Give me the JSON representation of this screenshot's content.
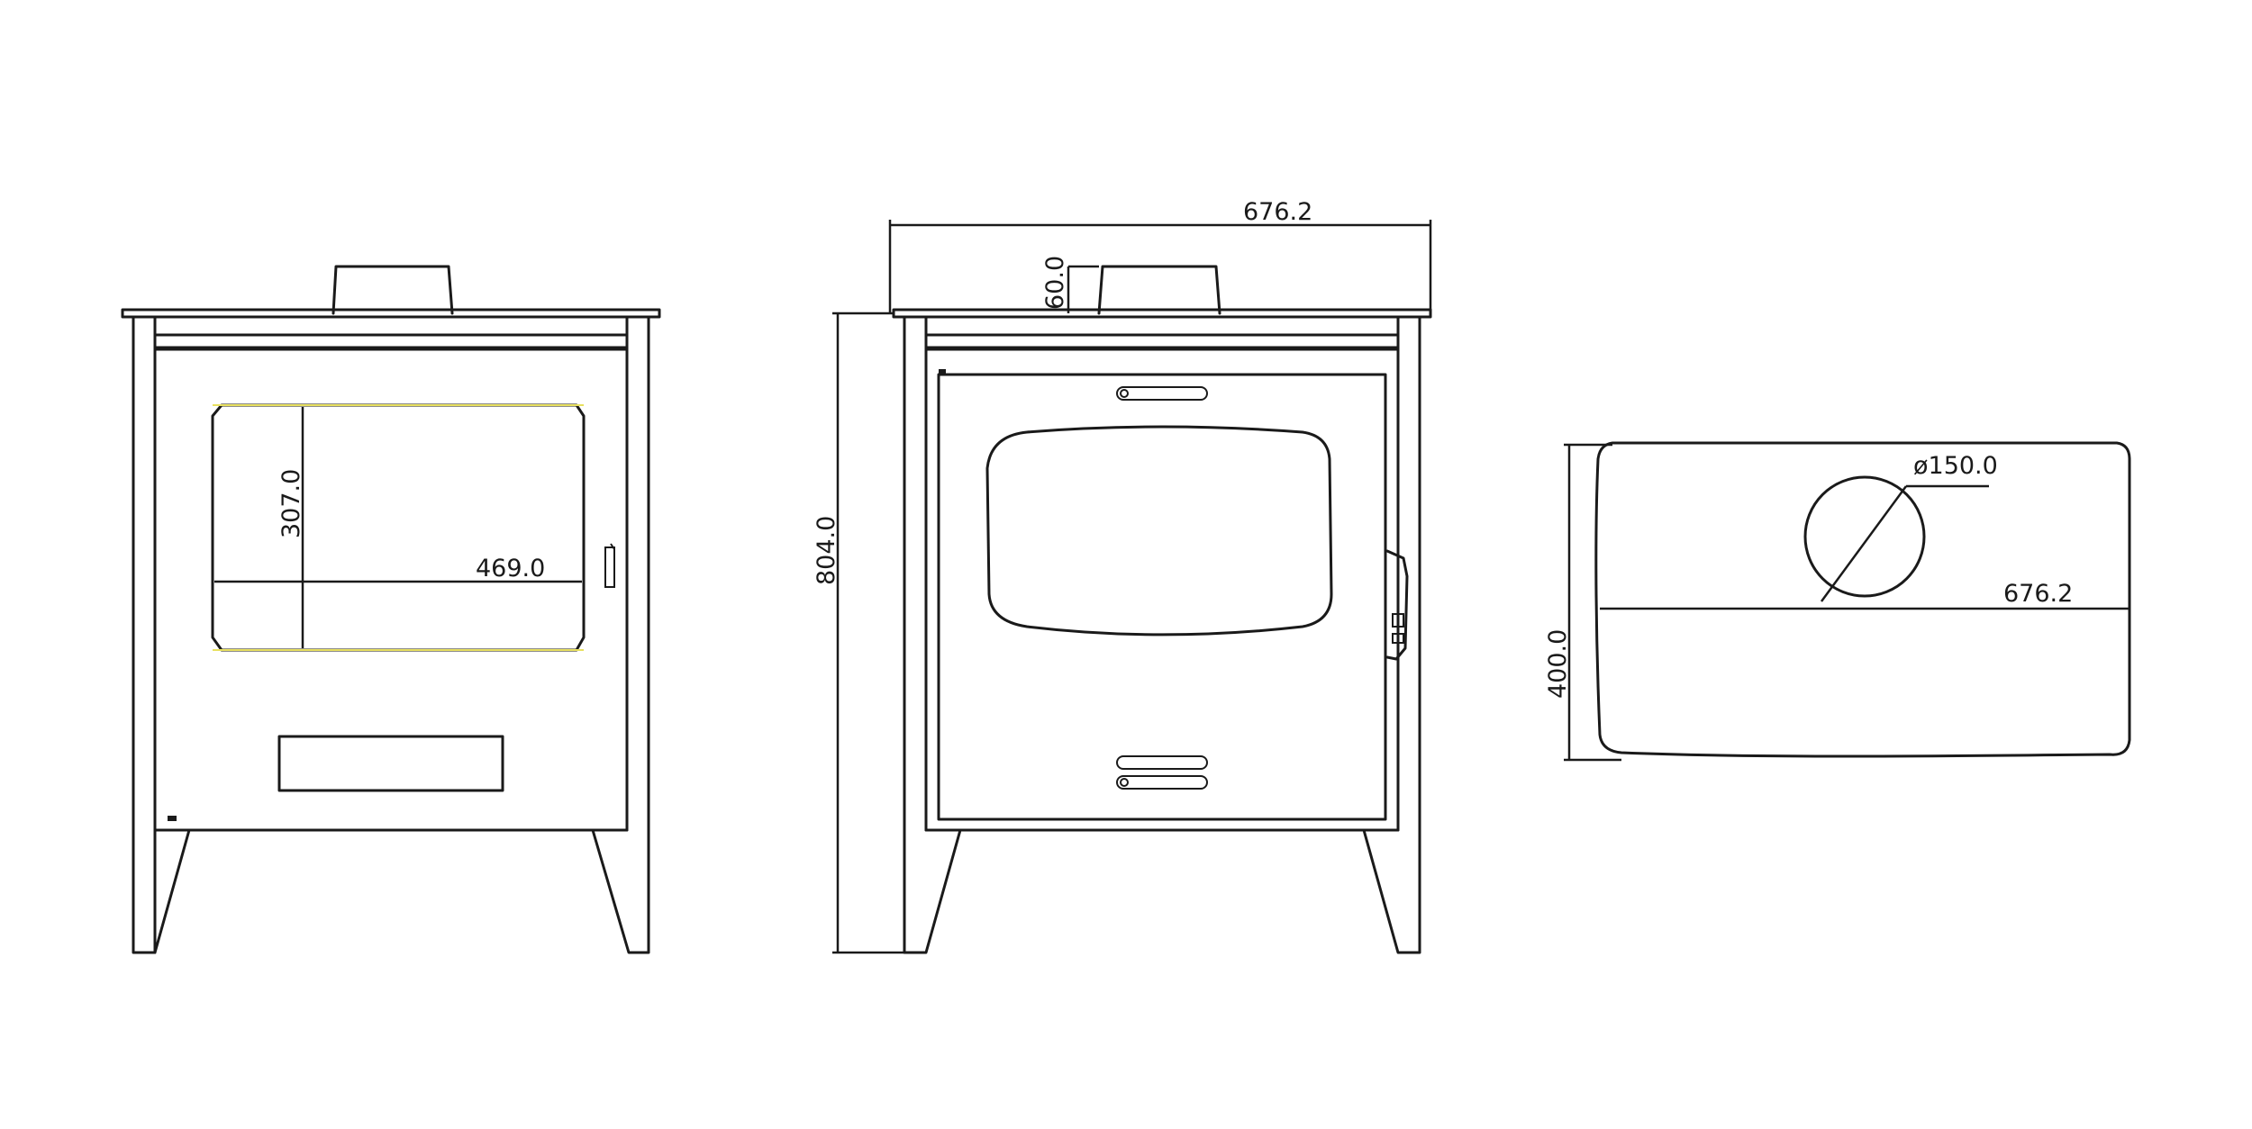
{
  "drawing": {
    "views": [
      {
        "name": "front-view-without-door"
      },
      {
        "name": "front-view-with-door"
      },
      {
        "name": "top-view"
      }
    ],
    "dimensions": {
      "glass_height": "307.0",
      "glass_width": "469.0",
      "overall_width": "676.2",
      "flue_collar_height": "60.0",
      "overall_height": "804.0",
      "flue_diameter": "ø150.0",
      "top_width": "676.2",
      "top_depth": "400.0"
    },
    "colors": {
      "line": "#1a1a1a",
      "glass_highlight": "#e8e060",
      "background": "#ffffff"
    }
  }
}
